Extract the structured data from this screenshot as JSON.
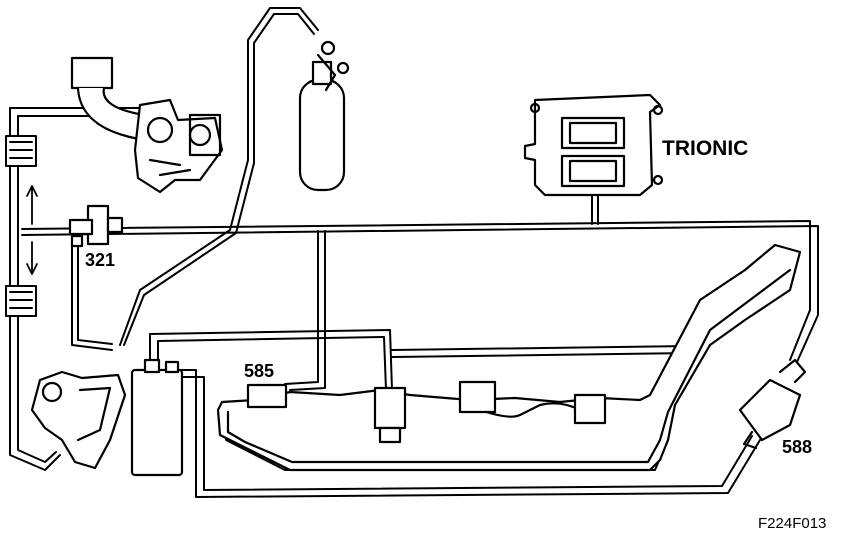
{
  "labels": {
    "ecu": "TRIONIC",
    "valve": "321",
    "sensor": "585",
    "filter": "588",
    "figure_id": "F224F013"
  },
  "colors": {
    "line": "#000000",
    "background": "#ffffff"
  }
}
